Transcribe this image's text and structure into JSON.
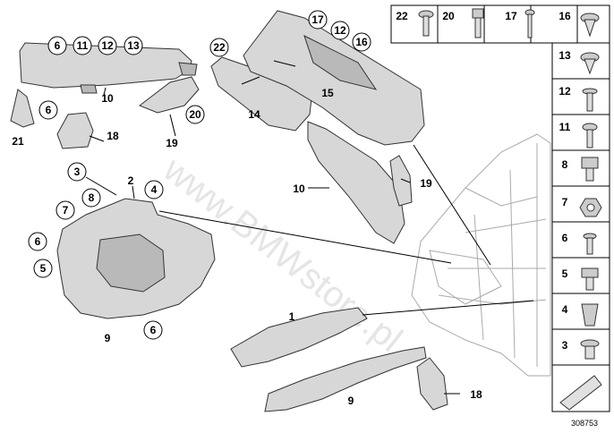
{
  "watermark": "www.BMWstore.pl",
  "reference_number": "308753",
  "callouts": {
    "c_6a": "6",
    "c_11a": "11",
    "c_12a": "12",
    "c_13a": "13",
    "c_10a": "10",
    "c_6b": "6",
    "c_21": "21",
    "c_18a": "18",
    "c_20": "20",
    "c_19a": "19",
    "c_22": "22",
    "c_14": "14",
    "c_17": "17",
    "c_12b": "12",
    "c_16": "16",
    "c_15": "15",
    "c_10b": "10",
    "c_19b": "19",
    "c_3": "3",
    "c_2": "2",
    "c_4": "4",
    "c_8": "8",
    "c_7": "7",
    "c_6c": "6",
    "c_5": "5",
    "c_6d": "6",
    "c_9a": "9",
    "c_1": "1",
    "c_9b": "9",
    "c_18b": "18"
  },
  "fasteners": [
    "22",
    "20",
    "17",
    "16",
    "13",
    "12",
    "11",
    "8",
    "7",
    "6",
    "5",
    "4",
    "3"
  ]
}
